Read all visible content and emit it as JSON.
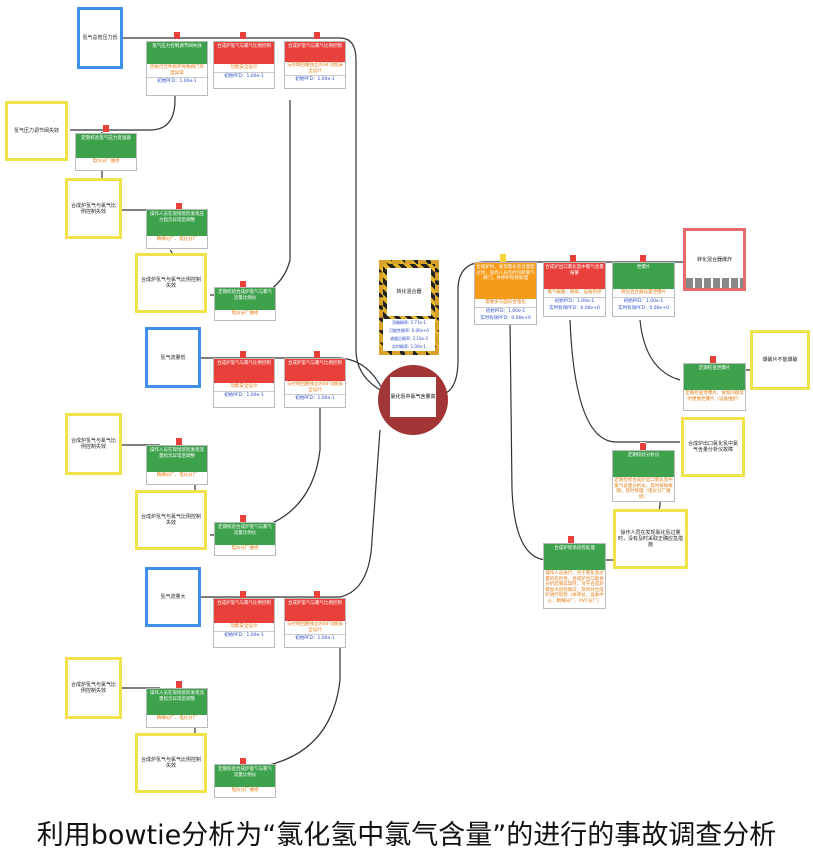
{
  "caption": "利用bowtie分析为“氯化氢中氯气含量”的进行的事故调查分析",
  "hazard": {
    "title": "转化混合器",
    "rows": [
      "顶端概率: 2.71e-1",
      "可能性概率: 0.00e+0",
      "减缓后概率: 2.10e-3",
      "实时概率: 1.00e-1"
    ]
  },
  "top_event": "氯化氢中氯气含量高",
  "threats": [
    {
      "id": "t1",
      "label": "氢气总管压力低"
    },
    {
      "id": "t2",
      "label": "氢气流量低"
    },
    {
      "id": "t3",
      "label": "氢气流量大"
    }
  ],
  "factors": [
    {
      "id": "f1",
      "label": "氢气压力调节阀失效"
    },
    {
      "id": "f2",
      "label": "合成炉氢气与氯气比例控制失效"
    },
    {
      "id": "f3",
      "label": "合成炉氢气与氯气比例控制失效"
    },
    {
      "id": "f4",
      "label": "合成炉氢气与氯气比例控制失效"
    },
    {
      "id": "f5",
      "label": "合成炉氢气与氯气比例控制失效"
    },
    {
      "id": "f6",
      "label": "合成炉氢气与氯气比例控制失效"
    },
    {
      "id": "f7",
      "label": "合成炉氢气与氯气比例控制失效"
    },
    {
      "id": "f8",
      "label": "操作人员在发现氯化氢过量时，没有及时采取正确应急措施"
    }
  ],
  "barriers": [
    {
      "id": "b1",
      "color": "green",
      "head": "氢气压力控制调节阀失效",
      "sub": "因执行元件损坏导致阀门开度异常",
      "pfd": "初始PFD：1.00e-1"
    },
    {
      "id": "b2",
      "color": "red",
      "head": "合成炉氢气与氯气比例控制",
      "sub": "功能安全设计",
      "pfd": "初始PFD：1.00e-1"
    },
    {
      "id": "b3",
      "color": "red",
      "head": "合成炉氢气与氯气比例控制",
      "sub": "与控制回路独立的SIF功能安全设计",
      "pfd": "初始PFD：1.00e-1"
    },
    {
      "id": "b4",
      "color": "green",
      "head": "定期校验氢气压力变送器",
      "sub": "电仪分厂维修",
      "pfd": ""
    },
    {
      "id": "b5",
      "color": "green",
      "head": "操作人员在现场巡检发现压力指示异常后调整",
      "sub": "精细分厂、电仪分厂",
      "pfd": ""
    },
    {
      "id": "b6",
      "color": "green",
      "head": "定期校验合成炉氢气与氯气流量比例仪",
      "sub": "电仪分厂维修",
      "pfd": ""
    },
    {
      "id": "b7",
      "color": "red",
      "head": "合成炉氢气与氯气比例控制",
      "sub": "功能安全设计",
      "pfd": "初始PFD：1.00e-1"
    },
    {
      "id": "b8",
      "color": "red",
      "head": "合成炉氢气与氯气比例控制",
      "sub": "与控制回路独立的SIF功能安全设计",
      "pfd": "初始PFD：1.00e-1"
    },
    {
      "id": "b9",
      "color": "green",
      "head": "操作人员在现场巡检发现流量指示异常后调整",
      "sub": "精细分厂、电仪分厂",
      "pfd": ""
    },
    {
      "id": "b10",
      "color": "green",
      "head": "定期校验合成炉氢气与氯气流量比例仪",
      "sub": "电仪分厂维修",
      "pfd": ""
    },
    {
      "id": "b11",
      "color": "red",
      "head": "合成炉氢气与氯气比例控制",
      "sub": "功能安全设计",
      "pfd": "初始PFD：1.00e-1"
    },
    {
      "id": "b12",
      "color": "red",
      "head": "合成炉氢气与氯气比例控制",
      "sub": "与控制回路独立的SIF功能安全设计",
      "pfd": "初始PFD：1.00e-1"
    },
    {
      "id": "b13",
      "color": "green",
      "head": "操作人员在现场巡检发现流量指示异常后调整",
      "sub": "精细分厂、电仪分厂",
      "pfd": ""
    },
    {
      "id": "b14",
      "color": "green",
      "head": "定期校验合成炉氢气与氯气流量比例仪",
      "sub": "电仪分厂维修",
      "pfd": ""
    },
    {
      "id": "r1",
      "color": "orange",
      "head": "合成炉时，发现氯化氢含量超过时，操作人员及时切断氯气阀门，并停炉检修处理",
      "sub": "需要多方面综合强化",
      "pfd": "初始PFD：1.00e-1",
      "pfd2": "实时有效PFD：0.00e+0"
    },
    {
      "id": "r2",
      "color": "red",
      "head": "合成炉出口氯化氢中氯气含量报警",
      "sub": "氯气报警、联锁、设备检修",
      "pfd": "初始PFD：1.00e-1",
      "pfd2": "实时有效PFD：0.00e+0"
    },
    {
      "id": "r3",
      "color": "green",
      "head": "泄爆片",
      "sub": "转化混合器设置泄爆片",
      "pfd": "初始PFD：1.00e-1",
      "pfd2": "实时有效PFD：0.00e+0"
    },
    {
      "id": "r4",
      "color": "green",
      "head": "定期检查泄爆片",
      "sub": "定期检查泄爆片，发现问题及时更换泄爆片（设备维护）",
      "pfd": ""
    },
    {
      "id": "r5",
      "color": "green",
      "head": "定期校验分析仪",
      "sub": "定期检修合成炉出口氯化氢中氯气含量分析仪，及时排除故障，及时修理（电仪分厂维修）",
      "pfd": ""
    },
    {
      "id": "r6",
      "color": "green",
      "head": "合成炉现场巡检处理",
      "sub": "操作人员进行，对于氯化氢过量的危险性，合成炉出口取样分析结果异常时，对于合成炉需加大巡检频次，及时对合成炉进行巡检（本单位、设备中心、精细分厂、PVC分厂）",
      "pfd": ""
    }
  ],
  "consequences": [
    {
      "id": "c1",
      "label": "转化混合器爆炸"
    },
    {
      "id": "c2",
      "label": "爆破片不能爆破"
    },
    {
      "id": "c3",
      "label": "合成炉出口氯化氢中氯气含量分析仪故障"
    }
  ]
}
